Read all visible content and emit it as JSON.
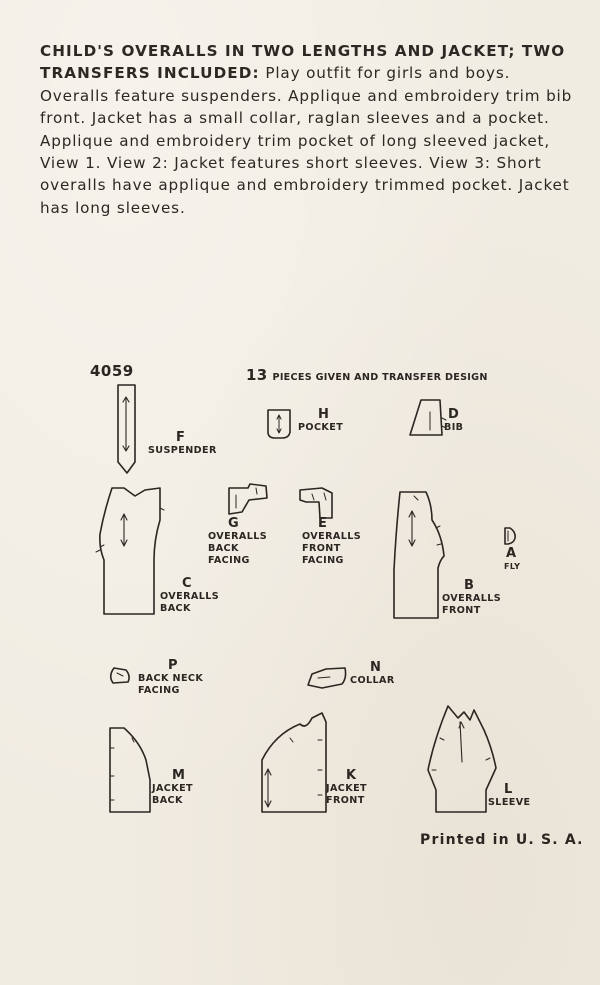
{
  "description": {
    "heading": "CHILD'S OVERALLS IN TWO LENGTHS AND JACKET; TWO TRANSFERS INCLUDED:",
    "body": "Play outfit for girls and boys. Overalls feature suspenders. Applique and embroidery trim bib front. Jacket has a small collar, raglan sleeves and a pocket. Applique and embroidery trim pocket of long sleeved jacket, View 1. View 2: Jacket features short sleeves. View 3: Short overalls have applique and embroidery trimmed pocket. Jacket has long sleeves."
  },
  "pattern_number": "4059",
  "pieces_count": "13",
  "pieces_text": "PIECES GIVEN AND TRANSFER DESIGN",
  "pieces": {
    "F": {
      "letter": "F",
      "name": "SUSPENDER"
    },
    "H": {
      "letter": "H",
      "name": "POCKET"
    },
    "D": {
      "letter": "D",
      "name": "BIB"
    },
    "G": {
      "letter": "G",
      "name": "OVERALLS BACK FACING"
    },
    "E": {
      "letter": "E",
      "name": "OVERALLS FRONT FACING"
    },
    "C": {
      "letter": "C",
      "name": "OVERALLS BACK"
    },
    "B": {
      "letter": "B",
      "name": "OVERALLS FRONT"
    },
    "A": {
      "letter": "A",
      "name": "FLY"
    },
    "P": {
      "letter": "P",
      "name": "BACK NECK FACING"
    },
    "N": {
      "letter": "N",
      "name": "COLLAR"
    },
    "M": {
      "letter": "M",
      "name": "JACKET BACK"
    },
    "K": {
      "letter": "K",
      "name": "JACKET FRONT"
    },
    "L": {
      "letter": "L",
      "name": "SLEEVE"
    }
  },
  "printed": "Printed in U. S. A.",
  "colors": {
    "paper": "#f1ece2",
    "ink": "#2b2622"
  }
}
